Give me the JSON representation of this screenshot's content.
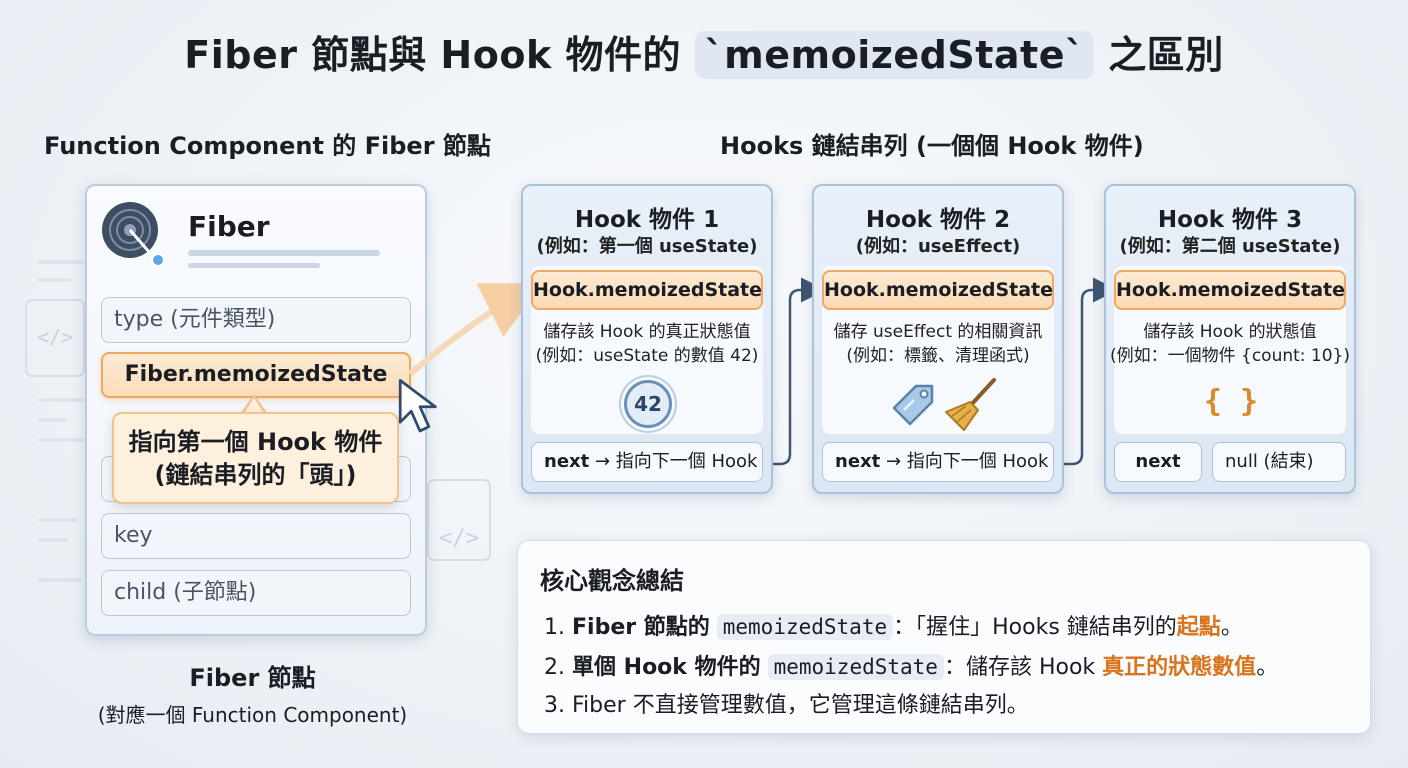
{
  "title": {
    "prefix": "Fiber 節點與 Hook 物件的 ",
    "code": "`memoizedState`",
    "suffix": " 之區別"
  },
  "left_heading": "Function Component 的 Fiber 節點",
  "right_heading": "Hooks 鏈結串列 (一個個 Hook 物件)",
  "fiber": {
    "name": "Fiber",
    "fields": [
      "type (元件類型)",
      "Fiber.memoizedState",
      "key",
      "child (子節點)"
    ],
    "callout_line1": "指向第一個 Hook 物件",
    "callout_line2": "(鏈結串列的「頭」)",
    "caption_title": "Fiber 節點",
    "caption_sub": "(對應一個 Function Component)"
  },
  "hooks": [
    {
      "title": "Hook 物件 1",
      "subtitle": "(例如：第一個 useState)",
      "memoized": "Hook.memoizedState",
      "desc1": "儲存該 Hook 的真正狀態值",
      "desc2": "(例如：useState 的數值 42)",
      "badge": "42",
      "next": "next → 指向下一個 Hook",
      "next_bold": "next"
    },
    {
      "title": "Hook 物件 2",
      "subtitle": "(例如：useEffect)",
      "memoized": "Hook.memoizedState",
      "desc1": "儲存 useEffect 的相關資訊",
      "desc2": "(例如：標籤、清理函式)",
      "next": "next → 指向下一個 Hook",
      "next_bold": "next"
    },
    {
      "title": "Hook 物件 3",
      "subtitle": "(例如：第二個 useState)",
      "memoized": "Hook.memoizedState",
      "desc1": "儲存該 Hook 的狀態值",
      "desc2": "(例如：一個物件 {count: 10})",
      "badge": "{ }",
      "next_bold": "next",
      "null_text": "null (結束)"
    }
  ],
  "summary": {
    "title": "核心觀念總結",
    "items": [
      {
        "num": "1.",
        "bold": "Fiber 節點的",
        "chip": "memoizedState",
        "text": "：「握住」Hooks 鏈結串列的",
        "highlight": "起點",
        "end": "。"
      },
      {
        "num": "2.",
        "bold": "單個 Hook 物件的",
        "chip": "memoizedState",
        "text": "：儲存該 Hook ",
        "highlight": "真正的狀態數值",
        "end": "。"
      },
      {
        "num": "3.",
        "text": "Fiber 不直接管理數值，它管理這條鏈結串列。"
      }
    ]
  },
  "colors": {
    "accent_orange": "#f0a860",
    "highlight_text": "#d9731c",
    "card_border": "#a9c2dd"
  }
}
